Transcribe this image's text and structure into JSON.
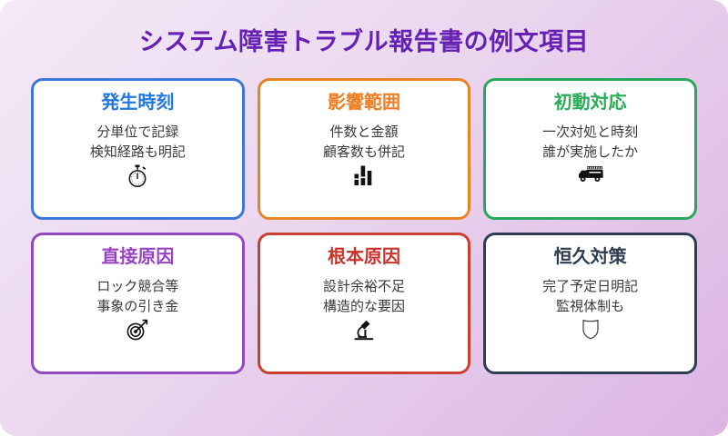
{
  "page": {
    "title": "システム障害トラブル報告書の例文項目",
    "title_color": "#6520b4",
    "background_from": "#f4e9f7",
    "background_to": "#ddb5e4"
  },
  "cards": [
    {
      "title": "発生時刻",
      "line1": "分単位で記録",
      "line2": "検知経路も明記",
      "icon": "stopwatch-icon",
      "icon_glyph": "⏱",
      "accent": "#3b76d8",
      "title_color": "#2278dd"
    },
    {
      "title": "影響範囲",
      "line1": "件数と金額",
      "line2": "顧客数も併記",
      "icon": "bar-chart-icon",
      "icon_glyph": "📊",
      "accent": "#e98423",
      "title_color": "#ed7d22"
    },
    {
      "title": "初動対応",
      "line1": "一次対処と時刻",
      "line2": "誰が実施したか",
      "icon": "fire-engine-icon",
      "icon_glyph": "🚒",
      "accent": "#28a85a",
      "title_color": "#2aab55"
    },
    {
      "title": "直接原因",
      "line1": "ロック競合等",
      "line2": "事象の引き金",
      "icon": "dart-target-icon",
      "icon_glyph": "🎯",
      "accent": "#9348c2",
      "title_color": "#9a43c2"
    },
    {
      "title": "根本原因",
      "line1": "設計余裕不足",
      "line2": "構造的な要因",
      "icon": "microscope-icon",
      "icon_glyph": "🔬",
      "accent": "#c8402f",
      "title_color": "#c8342c"
    },
    {
      "title": "恒久対策",
      "line1": "完了予定日明記",
      "line2": "監視体制も",
      "icon": "shield-icon",
      "icon_glyph": "🛡",
      "accent": "#2e3d52",
      "title_color": "#2e3d52"
    }
  ]
}
